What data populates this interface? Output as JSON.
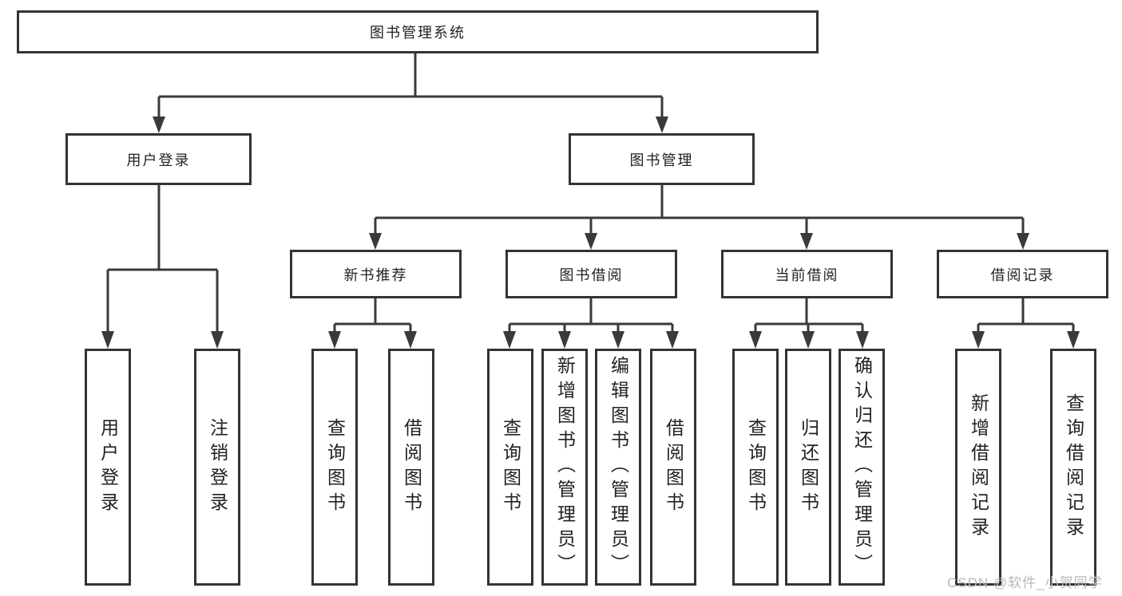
{
  "tree": {
    "root": {
      "label": "图书管理系统",
      "children": [
        {
          "label": "用户登录",
          "children": [
            {
              "label": "用户登录"
            },
            {
              "label": "注销登录"
            }
          ]
        },
        {
          "label": "图书管理",
          "children": [
            {
              "label": "新书推荐",
              "children": [
                {
                  "label": "查询图书"
                },
                {
                  "label": "借阅图书"
                }
              ]
            },
            {
              "label": "图书借阅",
              "children": [
                {
                  "label": "查询图书"
                },
                {
                  "label": "新增图书（管理员）"
                },
                {
                  "label": "编辑图书（管理员）"
                },
                {
                  "label": "借阅图书"
                }
              ]
            },
            {
              "label": "当前借阅",
              "children": [
                {
                  "label": "查询图书"
                },
                {
                  "label": "归还图书"
                },
                {
                  "label": "确认归还（管理员）"
                }
              ]
            },
            {
              "label": "借阅记录",
              "children": [
                {
                  "label": "新增借阅记录"
                },
                {
                  "label": "查询借阅记录"
                }
              ]
            }
          ]
        }
      ]
    }
  },
  "watermark": {
    "text": "CSDN @软件_小贺同学"
  },
  "colors": {
    "background": "#ffffff",
    "line": "#3a3a3a",
    "border": "#333333",
    "text": "#222222",
    "watermark": "#b4b9c0"
  }
}
